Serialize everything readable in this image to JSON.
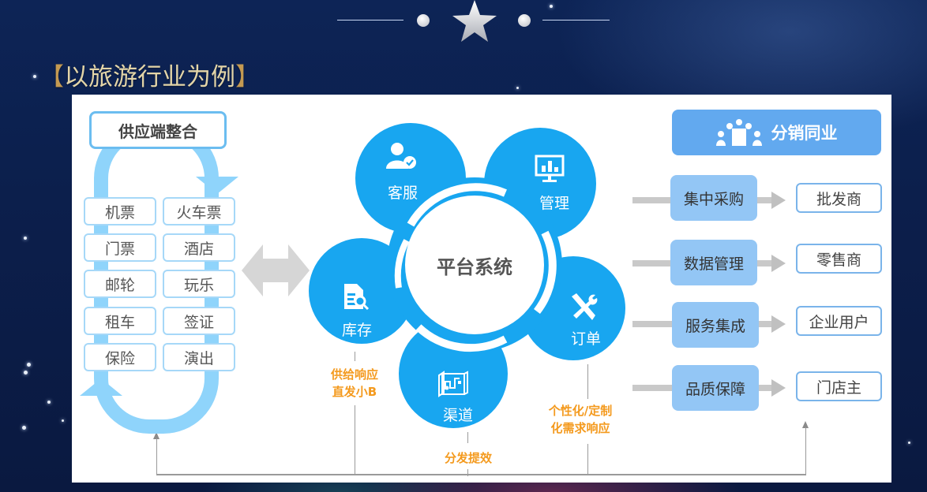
{
  "heading": {
    "open_bracket": "【",
    "text": "以旅游行业为例",
    "close_bracket": "】"
  },
  "ornament": {
    "icon": "star-icon"
  },
  "supply": {
    "title": "供应端整合",
    "items": [
      [
        "机票",
        "火车票"
      ],
      [
        "门票",
        "酒店"
      ],
      [
        "邮轮",
        "玩乐"
      ],
      [
        "租车",
        "签证"
      ],
      [
        "保险",
        "演出"
      ]
    ]
  },
  "platform": {
    "center": "平台系统",
    "petals": {
      "service": {
        "label": "客服",
        "icon": "user-check-icon"
      },
      "management": {
        "label": "管理",
        "icon": "monitor-chart-icon"
      },
      "order": {
        "label": "订单",
        "icon": "tools-icon"
      },
      "channel": {
        "label": "渠道",
        "icon": "map-icon"
      },
      "inventory": {
        "label": "库存",
        "icon": "document-search-icon"
      }
    },
    "notes": {
      "inventory_line1": "供给响应",
      "inventory_line2": "直发小B",
      "channel": "分发提效",
      "order_line1": "个性化/定制",
      "order_line2": "化需求响应"
    },
    "colors": {
      "petal": "#18a6f0",
      "note": "#f49a1e"
    }
  },
  "distribution": {
    "title": "分销同业",
    "icon": "group-meeting-icon",
    "rows": [
      {
        "function": "集中采购",
        "target": "批发商"
      },
      {
        "function": "数据管理",
        "target": "零售商"
      },
      {
        "function": "服务集成",
        "target": "企业用户"
      },
      {
        "function": "品质保障",
        "target": "门店主"
      }
    ],
    "colors": {
      "header": "#62a9ef",
      "function_box": "#93c6f5",
      "target_border": "#7ab4ea"
    }
  }
}
